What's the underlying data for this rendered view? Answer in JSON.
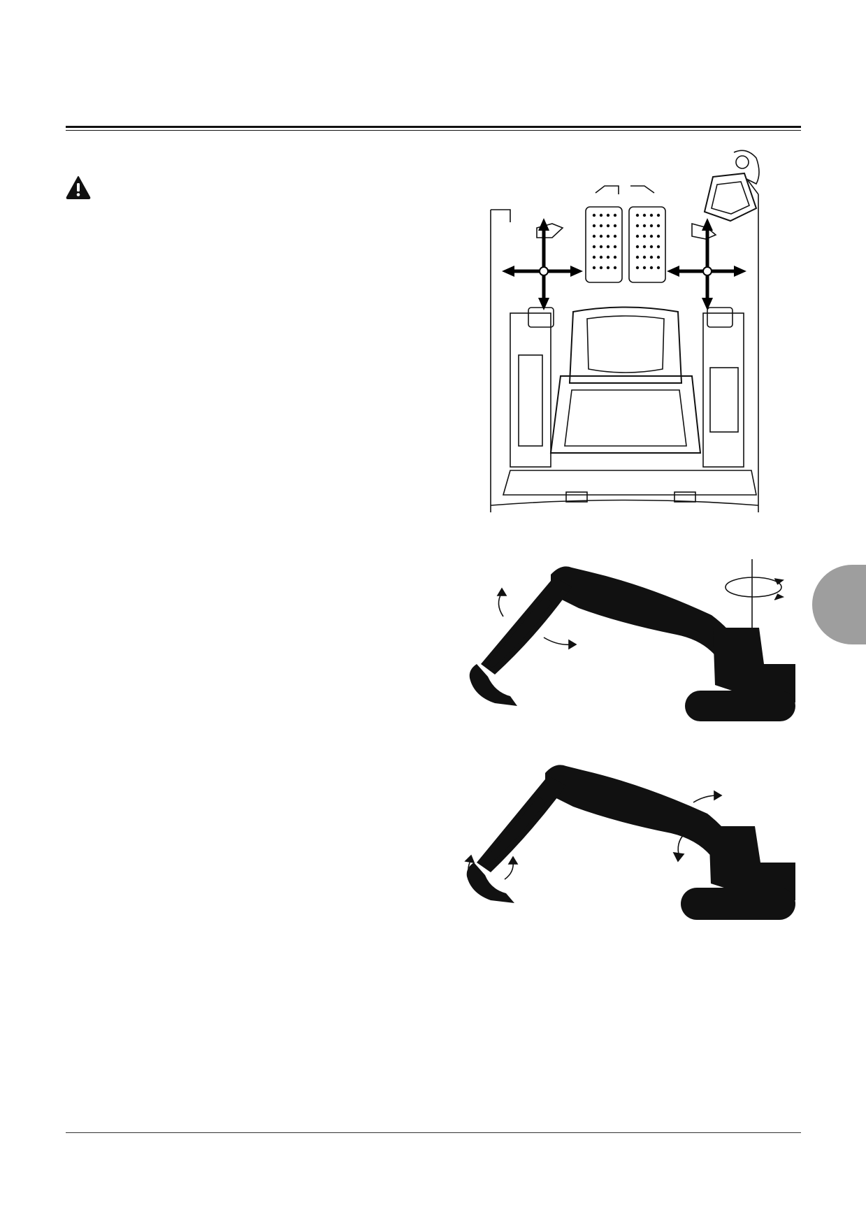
{
  "page": {
    "warning_icon": "warning-triangle-icon",
    "section_tab_color": "#9e9e9e",
    "rule_color": "#111111"
  },
  "figures": {
    "cab": {
      "icon": "cab-controls-illustration"
    },
    "swing": {
      "icon": "excavator-swing-boom-illustration"
    },
    "bucket": {
      "icon": "excavator-arm-bucket-illustration"
    }
  }
}
